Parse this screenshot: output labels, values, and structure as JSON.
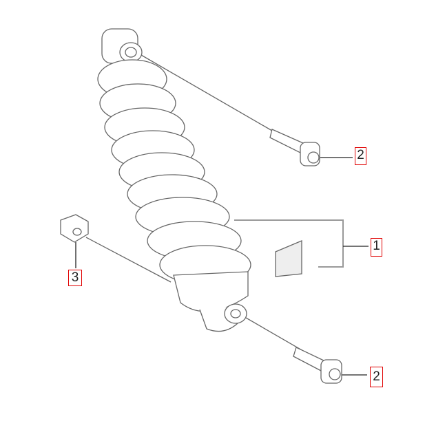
{
  "diagram": {
    "callouts": [
      {
        "id": "top-bolt",
        "label": "2"
      },
      {
        "id": "shock-assembly",
        "label": "1"
      },
      {
        "id": "nut",
        "label": "3"
      },
      {
        "id": "bottom-bolt",
        "label": "2"
      }
    ],
    "colors": {
      "callout_border": "#e00000",
      "line": "#555555"
    }
  }
}
